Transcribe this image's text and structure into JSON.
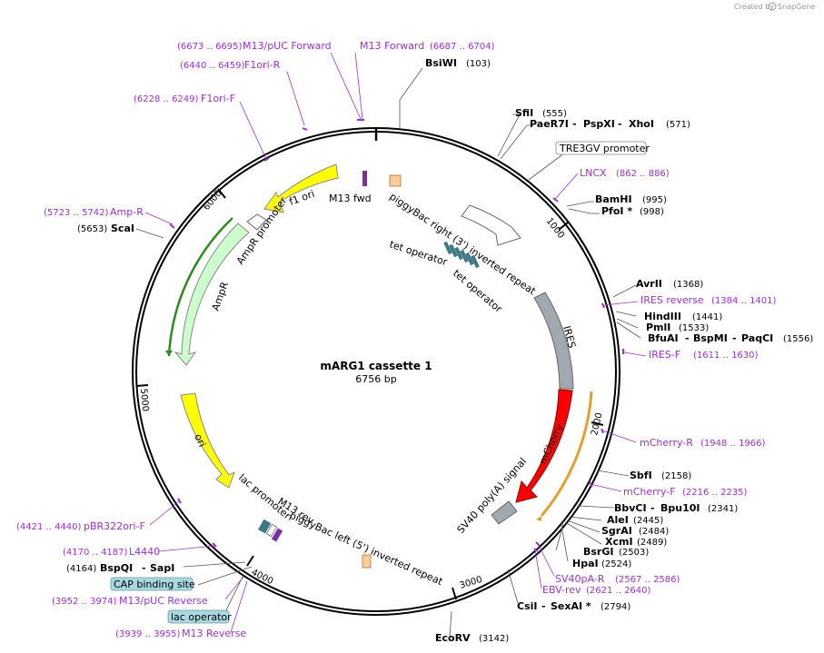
{
  "credit": {
    "created_by": "Created by",
    "brand": "SnapGene"
  },
  "plasmid": {
    "name": "mARG1 cassette 1",
    "size": "6756 bp"
  },
  "ticks": [
    "1000",
    "2000",
    "3000",
    "4000",
    "5000",
    "6000"
  ],
  "enzymes": {
    "bsiwi": {
      "name": "BsiWI",
      "pos": "(103)"
    },
    "sfii": {
      "name": "SfiI",
      "pos": "(555)"
    },
    "paer7i": {
      "name": "PaeR7I",
      "b": "PspXI",
      "c": "XhoI",
      "pos": "(571)"
    },
    "bamhi": {
      "name": "BamHI",
      "pos": "(995)"
    },
    "pfoi": {
      "name": "PfoI *",
      "pos": "(998)"
    },
    "avrii": {
      "name": "AvrII",
      "pos": "(1368)"
    },
    "hindiii": {
      "name": "HindIII",
      "pos": "(1441)"
    },
    "pmli": {
      "name": "PmlI",
      "pos": "(1533)"
    },
    "bfuai": {
      "name": "BfuAI",
      "b": "BspMI",
      "c": "PaqCI",
      "pos": "(1556)"
    },
    "sbfi": {
      "name": "SbfI",
      "pos": "(2158)"
    },
    "bbvci": {
      "name": "BbvCI",
      "b": "Bpu10I",
      "pos": "(2341)"
    },
    "alei": {
      "name": "AleI",
      "pos": "(2445)"
    },
    "sgrai": {
      "name": "SgrAI",
      "pos": "(2484)"
    },
    "xcmi": {
      "name": "XcmI",
      "pos": "(2489)"
    },
    "bsrgi": {
      "name": "BsrGI",
      "pos": "(2503)"
    },
    "hpai": {
      "name": "HpaI",
      "pos": "(2524)"
    },
    "csii": {
      "name": "CsiI",
      "b": "SexAI *",
      "pos": "(2794)"
    },
    "ecorv": {
      "name": "EcoRV",
      "pos": "(3142)"
    },
    "bspqi": {
      "name": "BspQI",
      "b": "SapI",
      "pos": "(4164)"
    },
    "scai": {
      "name": "ScaI",
      "pos": "(5653)"
    }
  },
  "primers": {
    "m13puc_fwd": {
      "name": "M13/pUC Forward",
      "range": "(6673 .. 6695)"
    },
    "m13_fwd": {
      "name": "M13 Forward",
      "range": "(6687 .. 6704)"
    },
    "f1ori_r": {
      "name": "F1ori-R",
      "range": "(6440 .. 6459)"
    },
    "f1ori_f": {
      "name": "F1ori-F",
      "range": "(6228 .. 6249)"
    },
    "amp_r": {
      "name": "Amp-R",
      "range": "(5723 .. 5742)"
    },
    "lncx": {
      "name": "LNCX",
      "range": "(862 .. 886)"
    },
    "ires_rev": {
      "name": "IRES reverse",
      "range": "(1384 .. 1401)"
    },
    "ires_f": {
      "name": "IRES-F",
      "range": "(1611 .. 1630)"
    },
    "mcherry_r": {
      "name": "mCherry-R",
      "range": "(1948 .. 1966)"
    },
    "mcherry_f": {
      "name": "mCherry-F",
      "range": "(2216 .. 2235)"
    },
    "sv40pa_r": {
      "name": "SV40pA-R",
      "range": "(2567 .. 2586)"
    },
    "ebv_rev": {
      "name": "EBV-rev",
      "range": "(2621 .. 2640)"
    },
    "pbr322ori_f": {
      "name": "pBR322ori-F",
      "range": "(4421 .. 4440)"
    },
    "l4440": {
      "name": "L4440",
      "range": "(4170 .. 4187)"
    },
    "m13puc_rev": {
      "name": "M13/pUC Reverse",
      "range": "(3952 .. 3974)"
    },
    "m13_rev": {
      "name": "M13 Reverse",
      "range": "(3939 .. 3955)"
    }
  },
  "boxed": {
    "tre3gv": "TRE3GV promoter",
    "cap": "CAP binding site",
    "lacop": "lac operator"
  },
  "features": {
    "m13fwd": "M13 fwd",
    "pb_right": "piggyBac right (3') inverted repeat",
    "tet1": "tet operator",
    "tet2": "tet operator",
    "f1ori": "f1 ori",
    "amp_prom": "AmpR promoter",
    "ampr": "AmpR",
    "ires": "IRES",
    "mcherry": "mCherry",
    "sv40": "SV40 poly(A) signal",
    "ori": "ori",
    "lacprom": "lac promoter",
    "m13rev": "M13 rev",
    "pb_left": "piggyBac left (5') inverted repeat"
  },
  "colors": {
    "purple": "#9b30d9",
    "f1ori": "#ffff00",
    "ampr": "#ccffcc",
    "ires": "#a0a8b0",
    "mcherry": "#ff0000",
    "piggybac": "#ffcc99",
    "tet": "#3d7a85",
    "green_line": "#2d8a1e",
    "orange_line": "#e3a030"
  }
}
